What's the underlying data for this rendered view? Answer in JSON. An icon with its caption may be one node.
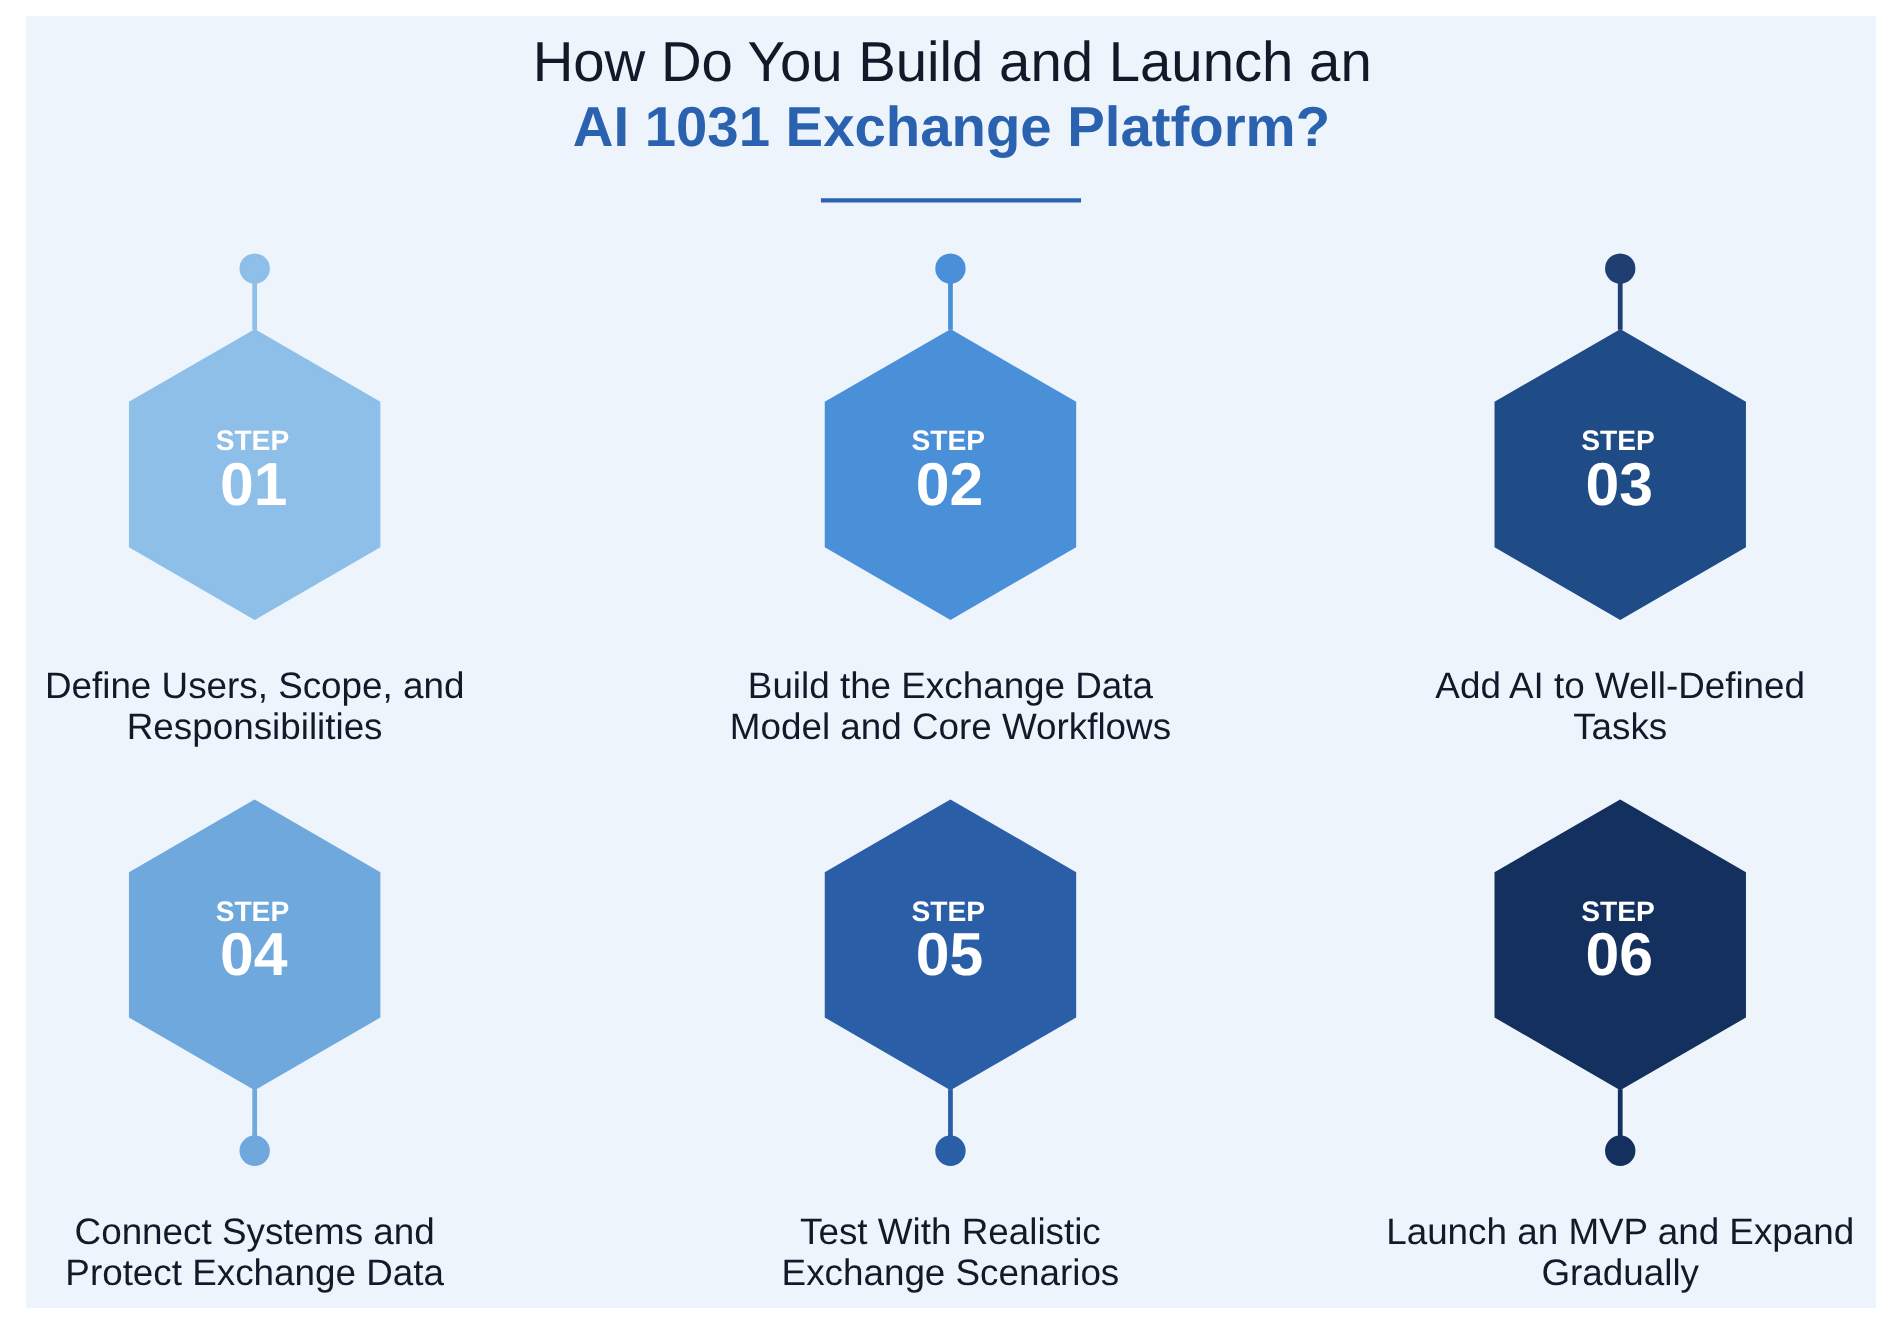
{
  "diagram": {
    "title": "How Do You Build and Launch an AI 1031 Exchange Platform?",
    "nodes": [
      {
        "text": [],
        "shape": "circle"
      },
      {
        "text": [
          "STEP",
          "01"
        ],
        "beside": [
          "Define Users, Scope, and Responsibilities"
        ]
      },
      {
        "text": [],
        "shape": "circle"
      },
      {
        "text": [
          "STEP",
          "02"
        ],
        "beside": [
          "Build the Exchange Data Model and Core Workflows"
        ]
      },
      {
        "text": [],
        "shape": "circle"
      },
      {
        "text": [
          "STEP",
          "03"
        ],
        "beside": [
          "Add AI to Well-Defined Tasks"
        ]
      },
      {
        "text": [
          "STEP",
          "04"
        ]
      },
      {
        "text": [],
        "shape": "circle",
        "beside": [
          "Connect Systems and Protect Exchange Data"
        ]
      },
      {
        "text": [
          "STEP",
          "05"
        ]
      },
      {
        "text": [],
        "shape": "circle",
        "beside": [
          "Test With Realistic Exchange Scenarios"
        ]
      },
      {
        "text": [
          "STEP",
          "06"
        ]
      },
      {
        "text": [],
        "shape": "circle",
        "beside": [
          "Launch an MVP and Expand Gradually"
        ]
      }
    ],
    "edges": [
      {
        "from": 0,
        "to": 1,
        "arrow": "none",
        "color": "#8dbfe8"
      },
      {
        "from": 2,
        "to": 3,
        "arrow": "none",
        "color": "#4a90d9"
      },
      {
        "from": 4,
        "to": 5,
        "arrow": "none",
        "color": "#1f3f73"
      },
      {
        "from": 6,
        "to": 7,
        "arrow": "none",
        "color": "#6fa8dc"
      },
      {
        "from": 8,
        "to": 9,
        "arrow": "none",
        "color": "#2a5fa8"
      },
      {
        "from": 10,
        "to": 11,
        "arrow": "none",
        "color": "#14305e"
      }
    ]
  }
}
